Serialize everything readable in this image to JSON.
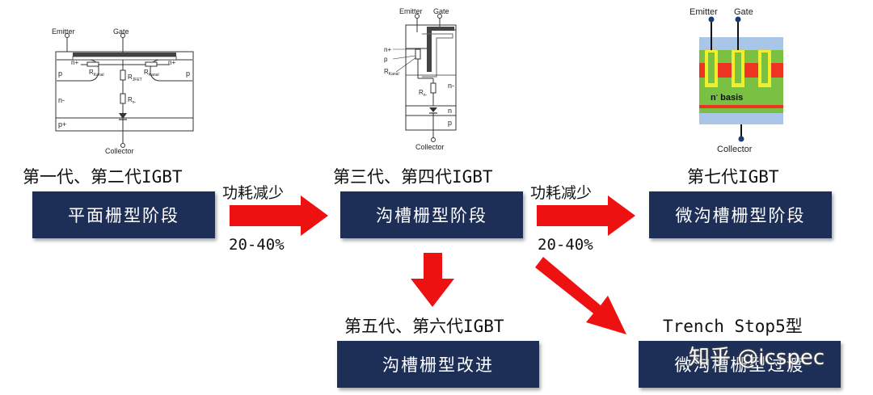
{
  "diagrams": {
    "planar": {
      "emitter": "Emitter",
      "gate": "Gate",
      "collector": "Collector",
      "n_plus_left": "n+",
      "n_plus_right": "n+",
      "p_left": "p",
      "p_right": "p",
      "n_minus": "n-",
      "p_plus": "p+",
      "r_kanal": "R",
      "r_kanal_sub": "Kanal",
      "r_jfet": "R",
      "r_jfet_sub": "JFET",
      "r_n": "R",
      "r_n_sub": "n-"
    },
    "trench": {
      "emitter": "Emitter",
      "gate": "Gate",
      "collector": "Collector",
      "n_plus": "n+",
      "p": "p",
      "r_kanal": "R",
      "r_kanal_sub": "Kanal",
      "n_minus": "n-",
      "r_n": "R",
      "r_n_sub": "n-",
      "n": "n",
      "p_bottom": "p"
    },
    "micro": {
      "emitter": "Emitter",
      "gate": "Gate",
      "collector": "Collector",
      "basis": "n",
      "basis_sup": "-",
      "basis_word": " basis"
    }
  },
  "generations": {
    "gen12": "第一代、第二代IGBT",
    "gen34": "第三代、第四代IGBT",
    "gen7": "第七代IGBT",
    "gen56": "第五代、第六代IGBT",
    "trench_stop5": "Trench Stop5型"
  },
  "stages": {
    "planar_gate": "平面栅型阶段",
    "trench_gate": "沟槽栅型阶段",
    "micro_trench_gate": "微沟槽栅型阶段",
    "trench_gate_improved": "沟槽栅型改进",
    "micro_trench_transition": "微沟槽栅型过渡"
  },
  "arrows": {
    "a1_label": "功耗减少",
    "a1_pct": "20-40%",
    "a2_label": "功耗减少",
    "a2_pct": "20-40%"
  },
  "watermark": {
    "text": "知乎 @icspec"
  },
  "colors": {
    "box": "#1e2f57",
    "arrow": "#ee1111",
    "micro_yellow": "#f2ee2a",
    "micro_red": "#ee3322",
    "micro_green": "#79c043",
    "micro_blue": "#a9c6e8"
  }
}
